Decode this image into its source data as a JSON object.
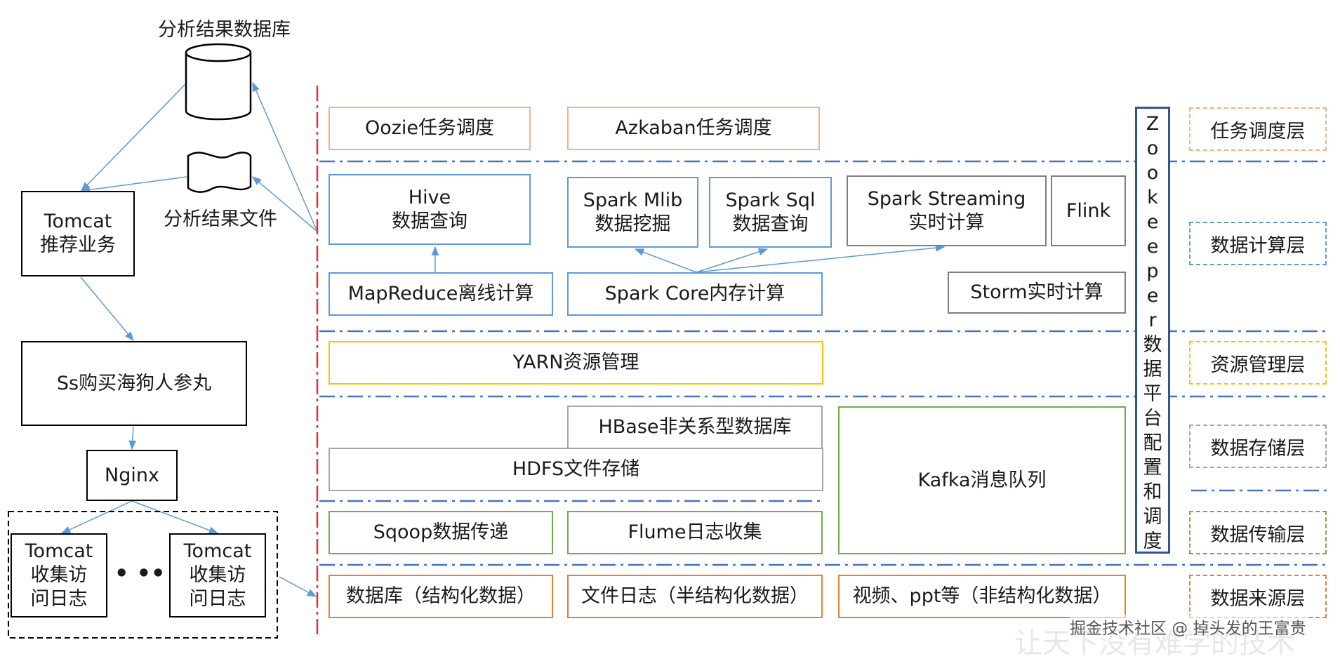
{
  "left": {
    "db_label": "分析结果数据库",
    "file_label": "分析结果文件",
    "tomcat_business": [
      "Tomcat",
      "推荐业务"
    ],
    "ss_box": "Ss购买海狗人参丸",
    "nginx": "Nginx",
    "tomcat_log_1": [
      "Tomcat",
      "收集访",
      "问日志"
    ],
    "tomcat_log_2": [
      "Tomcat",
      "收集访",
      "问日志"
    ],
    "ellipsis": "• ••"
  },
  "platform": {
    "scheduling": {
      "oozie": "Oozie任务调度",
      "azkaban": "Azkaban任务调度"
    },
    "compute": {
      "hive": [
        "Hive",
        "数据查询"
      ],
      "spark_mlib": [
        "Spark Mlib",
        "数据挖掘"
      ],
      "spark_sql": [
        "Spark Sql",
        "数据查询"
      ],
      "spark_streaming": [
        "Spark Streaming",
        "实时计算"
      ],
      "flink": "Flink",
      "mapreduce": "MapReduce离线计算",
      "spark_core": "Spark Core内存计算",
      "storm": "Storm实时计算"
    },
    "resource": {
      "yarn": "YARN资源管理"
    },
    "storage": {
      "hbase": "HBase非关系型数据库",
      "hdfs": "HDFS文件存储",
      "kafka": "Kafka消息队列"
    },
    "transport": {
      "sqoop": "Sqoop数据传递",
      "flume": "Flume日志收集"
    },
    "source": {
      "database": "数据库（结构化数据）",
      "file_log": "文件日志（半结构化数据）",
      "video": "视频、ppt等（非结构化数据）"
    },
    "zookeeper": [
      "Z",
      "o",
      "o",
      "k",
      "e",
      "e",
      "p",
      "e",
      "r",
      "数",
      "据",
      "平",
      "台",
      "配",
      "置",
      "和",
      "调",
      "度"
    ]
  },
  "layers": {
    "scheduling": "任务调度层",
    "compute": "数据计算层",
    "resource": "资源管理层",
    "storage": "数据存储层",
    "transport": "数据传输层",
    "source": "数据来源层"
  },
  "watermark": {
    "text": "掘金技术社区 @ 掉头发的王富贵",
    "faint": "让天下没有难学的技术"
  },
  "colors": {
    "arrow": "#5b9bd5",
    "divider": "#4472c4",
    "red_dashdot": "#e03030",
    "scheduling": "#f4b183",
    "compute": "#5b9bd5",
    "resource": "#ffc000",
    "storage": "#a6a6a6",
    "transport": "#70ad47",
    "source": "#ed7d31",
    "zookeeper": "#2f5597"
  }
}
